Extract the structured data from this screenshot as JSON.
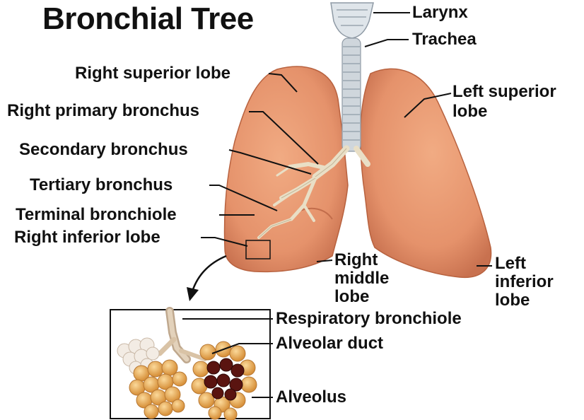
{
  "title": "Bronchial Tree",
  "labels": {
    "larynx": "Larynx",
    "trachea": "Trachea",
    "right_superior_lobe": "Right superior lobe",
    "right_primary_bronchus": "Right primary bronchus",
    "secondary_bronchus": "Secondary bronchus",
    "tertiary_bronchus": "Tertiary bronchus",
    "terminal_bronchiole": "Terminal bronchiole",
    "right_inferior_lobe": "Right inferior lobe",
    "left_superior_lobe_1": "Left superior",
    "left_superior_lobe_2": "lobe",
    "right_middle_lobe_1": "Right",
    "right_middle_lobe_2": "middle",
    "right_middle_lobe_3": "lobe",
    "left_inferior_lobe_1": "Left",
    "left_inferior_lobe_2": "inferior",
    "left_inferior_lobe_3": "lobe",
    "respiratory_bronchiole": "Respiratory bronchiole",
    "alveolar_duct": "Alveolar duct",
    "alveolus": "Alveolus"
  },
  "colors": {
    "lung_fill": "#e5926b",
    "lung_shade": "#c8714f",
    "trachea": "#cfd6dc",
    "bronchi": "#e9dfc6",
    "alveoli": "#f0b865",
    "alveoli_dark": "#5a1410",
    "leader_line": "#111111"
  }
}
